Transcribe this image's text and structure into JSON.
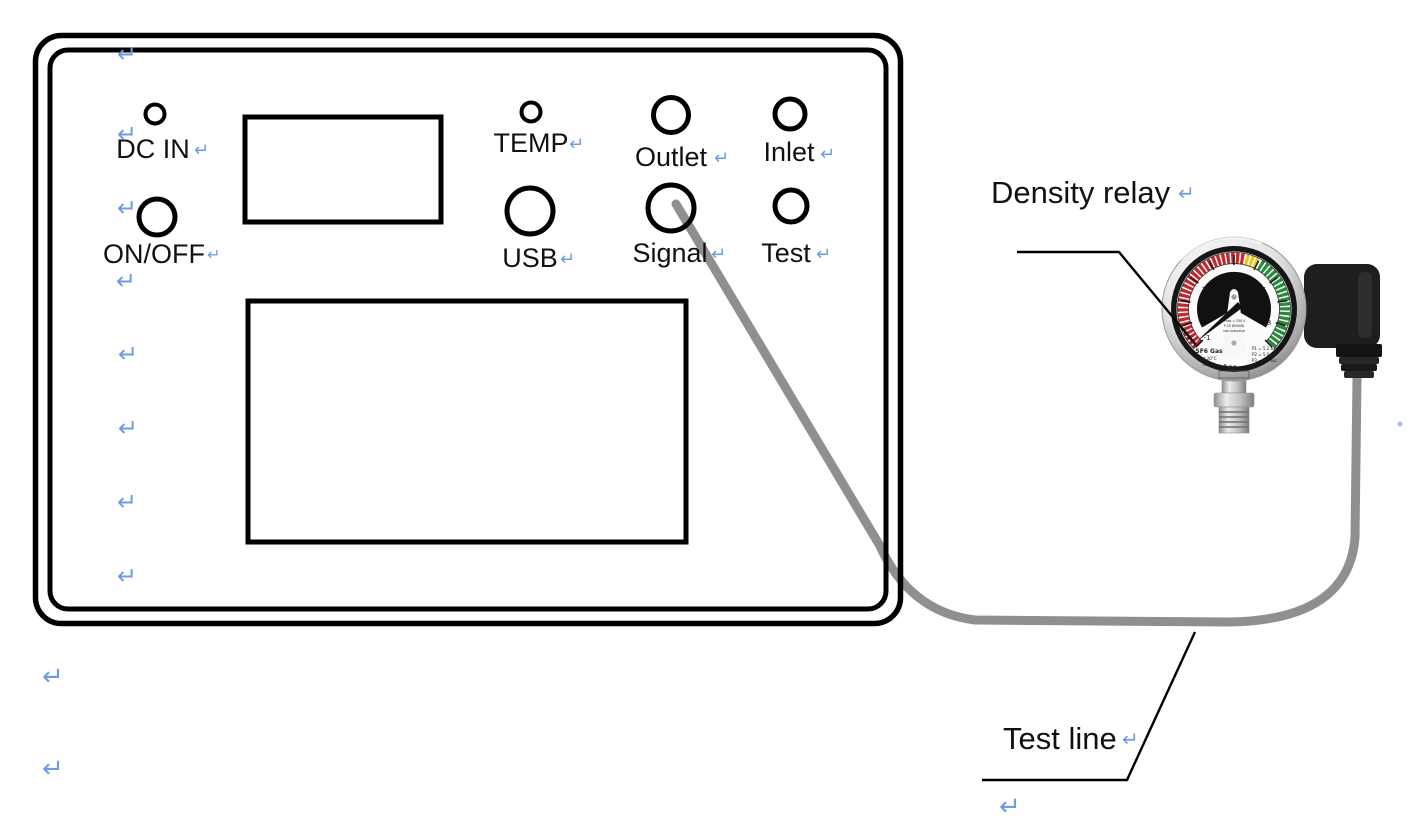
{
  "panel": {
    "labels": {
      "dc_in": "DC IN",
      "on_off": "ON/OFF",
      "temp": "TEMP",
      "usb": "USB",
      "outlet": "Outlet",
      "signal": "Signal",
      "inlet": "Inlet",
      "test": "Test"
    }
  },
  "callouts": {
    "density_relay": "Density relay",
    "test_line": "Test line"
  },
  "gauge": {
    "scale_ticks": [
      "-1",
      "2",
      "4",
      "6",
      "8"
    ],
    "dial_text": {
      "gas": "SF6 Gas",
      "ref": "at 20°C",
      "cl": "CL 1.0",
      "unit": "bar",
      "ratings": [
        "Pmax = 250 V",
        "P 20 W/50VA",
        "non-inductive"
      ],
      "setpoints": [
        "P1 = 5.2 bar",
        "P2 = 5.0 bar",
        "P3 = 4.5 bar"
      ]
    }
  },
  "marks": {
    "return_symbol": "↵"
  },
  "colors": {
    "text": "#111111",
    "return_mark": "#6f9ce0",
    "cable": "#8f8f8f",
    "outline": "#000000",
    "band_red": "#c1272d",
    "band_yellow": "#e8c91c",
    "band_green": "#278b3c"
  }
}
